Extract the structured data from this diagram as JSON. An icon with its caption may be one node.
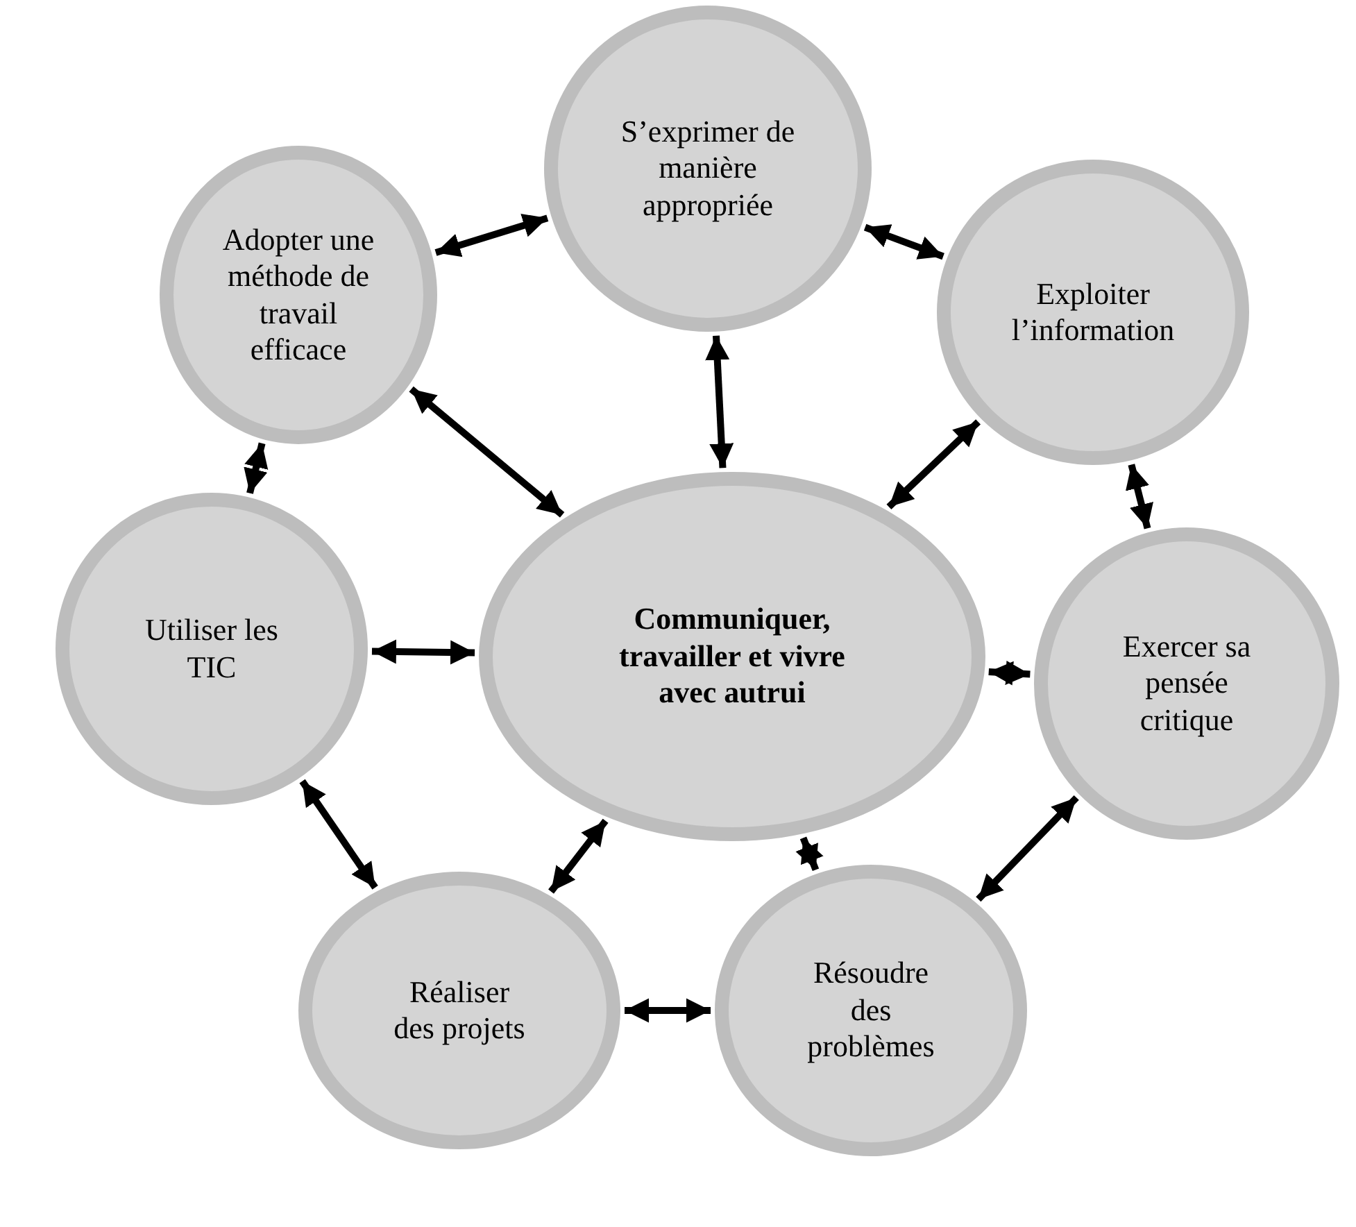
{
  "diagram": {
    "nodes": [
      {
        "text": [
          "S’exprimer de manière appropriée"
        ]
      },
      {
        "text": [
          "Adopter une méthode de travail efficace"
        ]
      },
      {
        "text": [
          "Exploiter l’information"
        ]
      },
      {
        "text": [
          "Communiquer, travailler et vivre avec autrui"
        ]
      },
      {
        "text": [
          "Utiliser les TIC"
        ]
      },
      {
        "text": [
          "Exercer sa pensée critique"
        ]
      },
      {
        "text": [
          "Réaliser des projets"
        ]
      },
      {
        "text": [
          "Résoudre des problèmes"
        ]
      }
    ],
    "edges": [
      {
        "from": 1,
        "to": 0,
        "arrow": "both"
      },
      {
        "from": 0,
        "to": 2,
        "arrow": "both"
      },
      {
        "from": 0,
        "to": 3,
        "arrow": "both"
      },
      {
        "from": 1,
        "to": 3,
        "arrow": "both"
      },
      {
        "from": 2,
        "to": 3,
        "arrow": "both"
      },
      {
        "from": 1,
        "to": 4,
        "arrow": "both"
      },
      {
        "from": 2,
        "to": 5,
        "arrow": "both"
      },
      {
        "from": 4,
        "to": 3,
        "arrow": "both"
      },
      {
        "from": 5,
        "to": 3,
        "arrow": "both"
      },
      {
        "from": 4,
        "to": 6,
        "arrow": "both"
      },
      {
        "from": 3,
        "to": 6,
        "arrow": "both"
      },
      {
        "from": 3,
        "to": 7,
        "arrow": "both"
      },
      {
        "from": 5,
        "to": 7,
        "arrow": "both"
      },
      {
        "from": 6,
        "to": 7,
        "arrow": "both"
      }
    ]
  }
}
